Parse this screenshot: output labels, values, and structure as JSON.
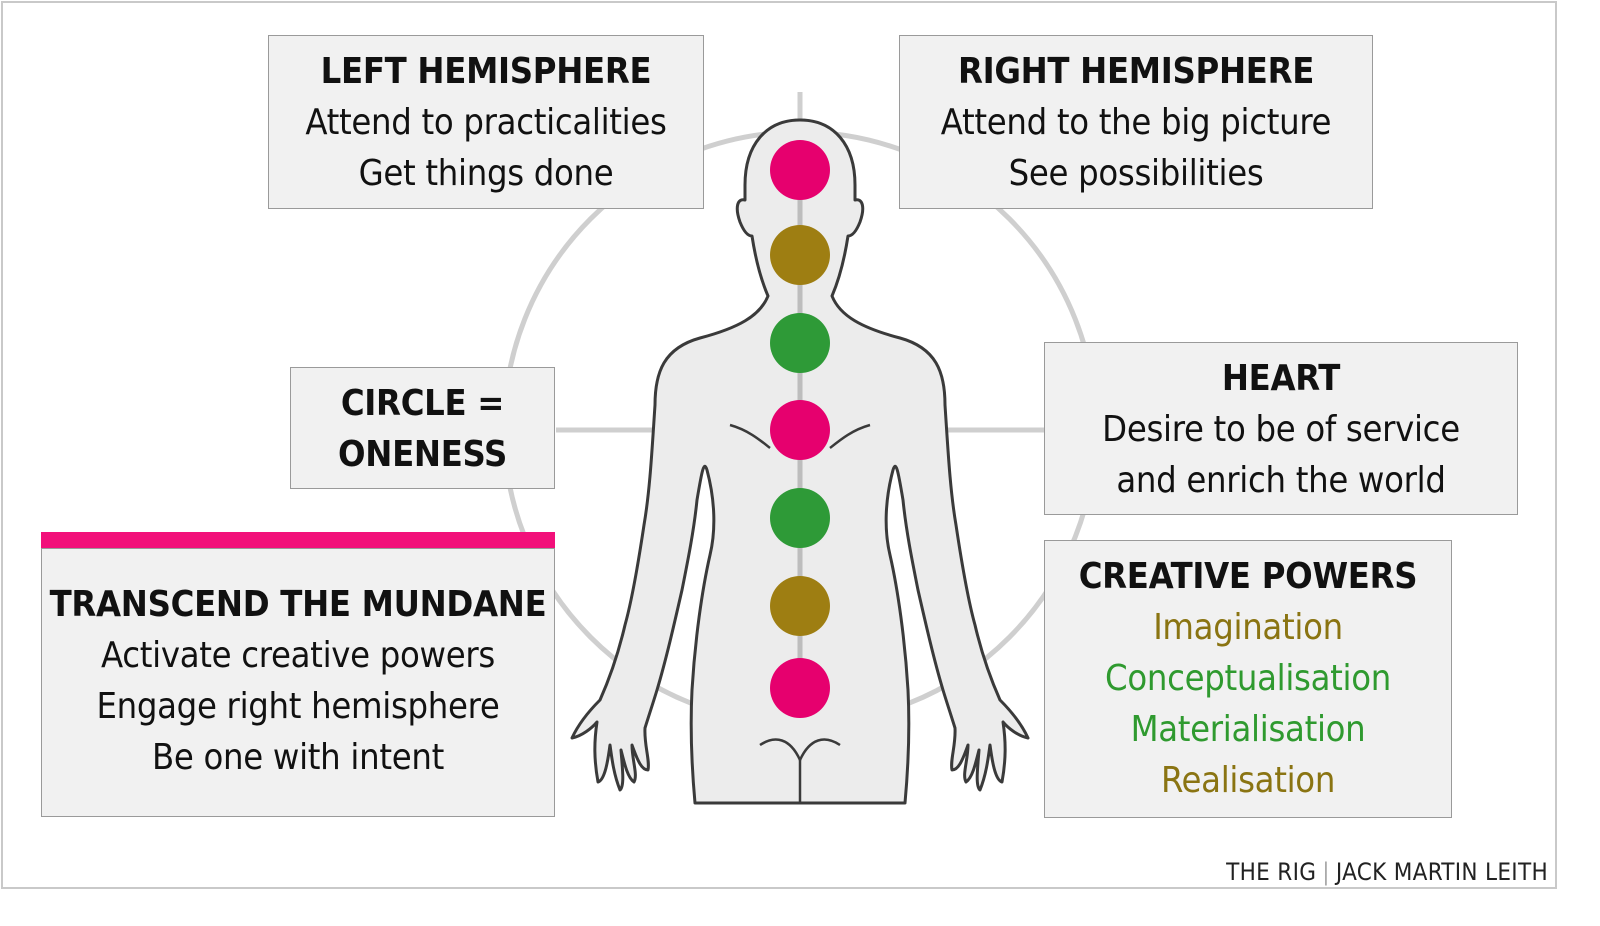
{
  "colors": {
    "pink": "#e6006e",
    "gold": "#9e7e12",
    "green": "#2e9a37",
    "accent_bar": "#f2107a",
    "box_fill": "#f1f1f1",
    "circle_line": "#cfcfcf"
  },
  "body_centres": [
    "pink",
    "gold",
    "green",
    "pink",
    "green",
    "gold",
    "pink"
  ],
  "boxes": {
    "left_hemisphere": {
      "title": "LEFT HEMISPHERE",
      "lines": [
        "Attend to practicalities",
        "Get things done"
      ]
    },
    "right_hemisphere": {
      "title": "RIGHT HEMISPHERE",
      "lines": [
        "Attend to the big picture",
        "See possibilities"
      ]
    },
    "circle": {
      "lines": [
        "CIRCLE =",
        "ONENESS"
      ]
    },
    "heart": {
      "title": "HEART",
      "lines": [
        "Desire to be of service",
        "and enrich the world"
      ]
    },
    "transcend": {
      "title": "TRANSCEND THE MUNDANE",
      "lines": [
        "Activate creative powers",
        "Engage right hemisphere",
        "Be one with intent"
      ]
    },
    "creative_powers": {
      "title": "CREATIVE POWERS",
      "lines": [
        "Imagination",
        "Conceptualisation",
        "Materialisation",
        "Realisation"
      ]
    }
  },
  "credit": {
    "left": "THE RIG",
    "right": "JACK MARTIN LEITH"
  }
}
